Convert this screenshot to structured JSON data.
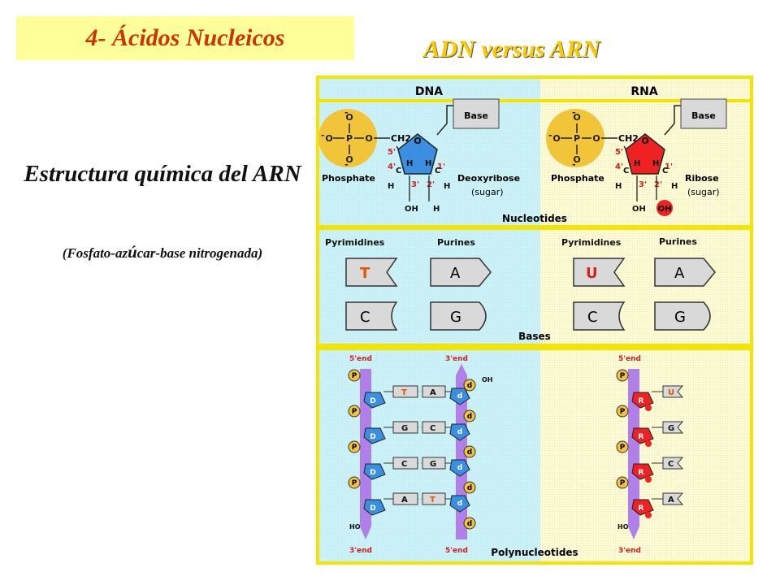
{
  "slide": {
    "title": "4- Ácidos Nucleicos",
    "subtitle": "ADN versus ARN",
    "heading": "Estructura química del ARN",
    "note_pre": "(Fosfato-az",
    "note_accent": "ú",
    "note_post": "car-base nitrogenada)"
  },
  "diagram": {
    "dna_header": "DNA",
    "rna_header": "RNA",
    "nucleotides": {
      "section_label": "Nucleotides",
      "phosphate_label": "Phosphate",
      "base_box": "Base",
      "ch2": "CH2",
      "o_ring": "O",
      "dna_sugar": "Deoxyribose",
      "rna_sugar": "Ribose",
      "sugar_note": "(sugar)",
      "primes": [
        "5'",
        "4'",
        "3'",
        "2'",
        "1'"
      ],
      "h": "H",
      "c": "C",
      "oh": "OH",
      "phosphate_atoms": [
        "O",
        "O",
        "P",
        "O",
        "O"
      ],
      "charges": [
        "-",
        "-",
        "-"
      ]
    },
    "bases": {
      "section_label": "Bases",
      "pyrimidines_label": "Pyrimidines",
      "purines_label": "Purines",
      "dna_pyrimidines": [
        "T",
        "C"
      ],
      "dna_purines": [
        "A",
        "G"
      ],
      "rna_pyrimidines": [
        "U",
        "C"
      ],
      "rna_purines": [
        "A",
        "G"
      ]
    },
    "polynucleotides": {
      "section_label": "Polynucleotides",
      "five_end": "5'end",
      "three_end": "3'end",
      "oh": "OH",
      "ho": "HO",
      "phosphate_symbol": "P",
      "deoxy_symbol": "D",
      "deoxy_symbol_right": "d",
      "ribose_symbol": "R",
      "dna_pairs": [
        {
          "left": "T",
          "right": "A"
        },
        {
          "left": "G",
          "right": "C"
        },
        {
          "left": "C",
          "right": "G"
        },
        {
          "left": "A",
          "right": "T"
        }
      ],
      "rna_bases": [
        "U",
        "G",
        "C",
        "A"
      ]
    },
    "colors": {
      "dna_bg": "#ccf2f7",
      "rna_bg": "#fdfbd6",
      "deoxyribose": "#3b8fe0",
      "ribose": "#ee2222",
      "phosphate": "#f2c43a",
      "backbone": "#b07fe8",
      "highlight_base": "#e05500",
      "frame": "#f3e500"
    }
  }
}
